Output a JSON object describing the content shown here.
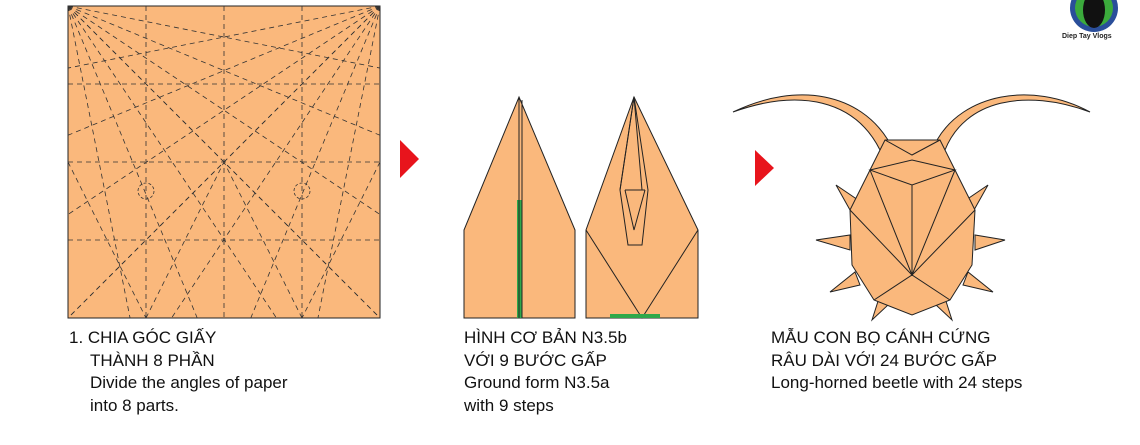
{
  "logo": {
    "text": "Diep Tay Vlogs"
  },
  "colors": {
    "paper": "#FAB87C",
    "green": "#2EA84A",
    "arrow": "#E8141C",
    "line": "#222222"
  },
  "step1": {
    "lines": [
      "1. CHIA GÓC GIẤY",
      "THÀNH 8 PHẦN",
      "Divide the angles of paper",
      "into 8 parts."
    ]
  },
  "step2": {
    "lines": [
      "HÌNH CƠ BẢN N3.5b",
      "VỚI 9 BƯỚC GẤP",
      "Ground form N3.5a",
      "with 9 steps"
    ]
  },
  "step3": {
    "lines": [
      "MẪU CON BỌ CÁNH CỨNG",
      "RÂU DÀI VỚI 24 BƯỚC GẤP",
      "Long-horned beetle with 24 steps"
    ]
  }
}
